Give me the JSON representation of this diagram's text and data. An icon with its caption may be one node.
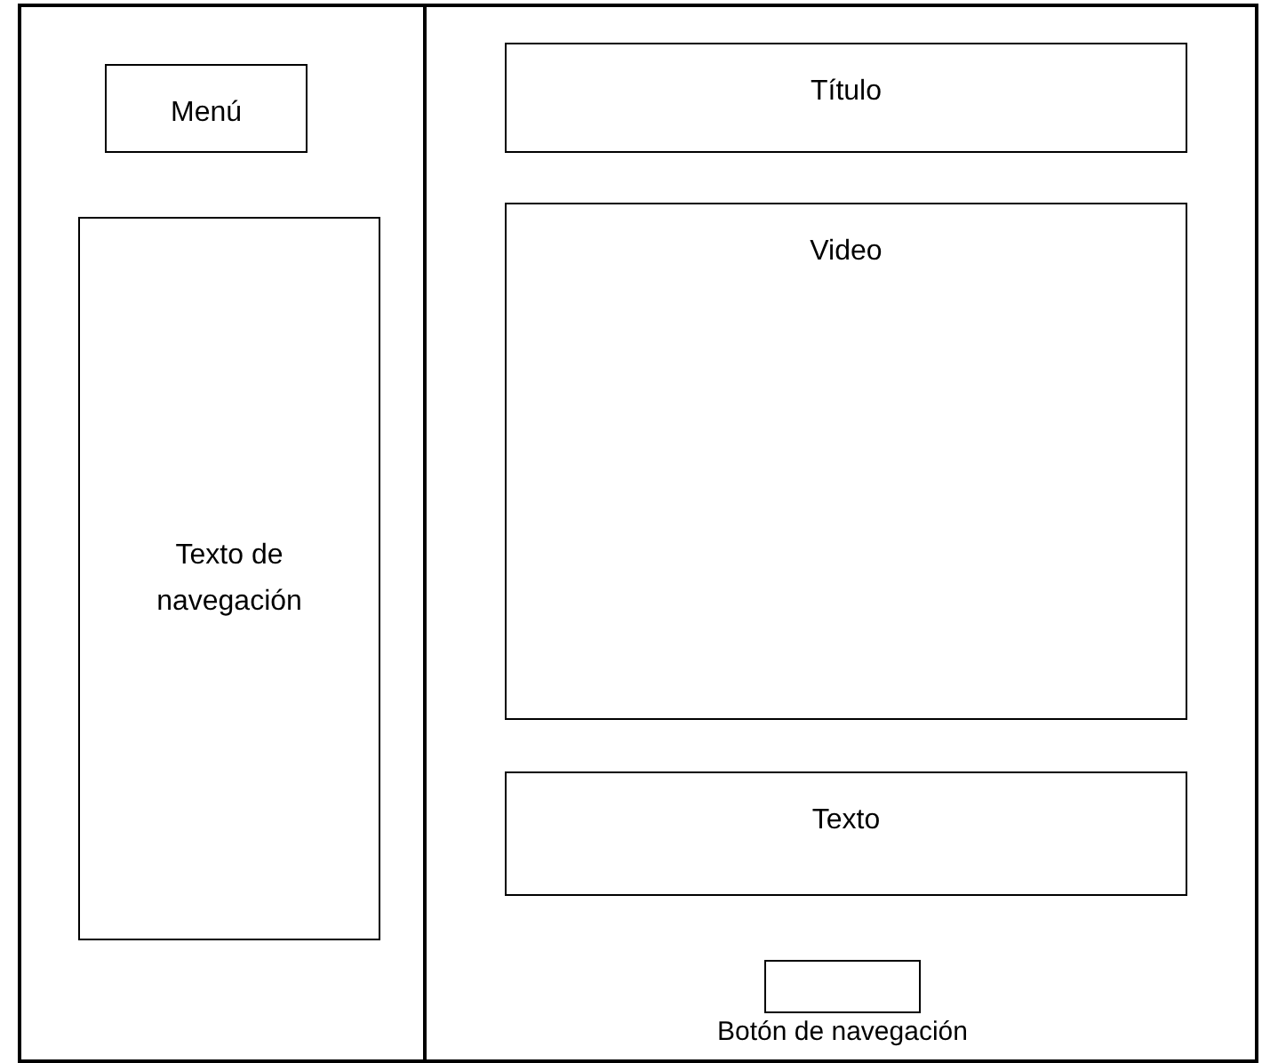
{
  "diagram": {
    "nodes": [
      {
        "text": [],
        "shape": "box"
      },
      {
        "text": [],
        "shape": "box"
      },
      {
        "text": [
          "Menú"
        ],
        "in": 0
      },
      {
        "text": [
          "Texto de navegación"
        ],
        "in": 0
      },
      {
        "text": [
          "Título"
        ],
        "in": 1
      },
      {
        "text": [
          "Video"
        ],
        "in": 1
      },
      {
        "text": [
          "Texto"
        ],
        "in": 1
      },
      {
        "text": [
          "Botón de navegación"
        ],
        "in": 1
      }
    ]
  }
}
